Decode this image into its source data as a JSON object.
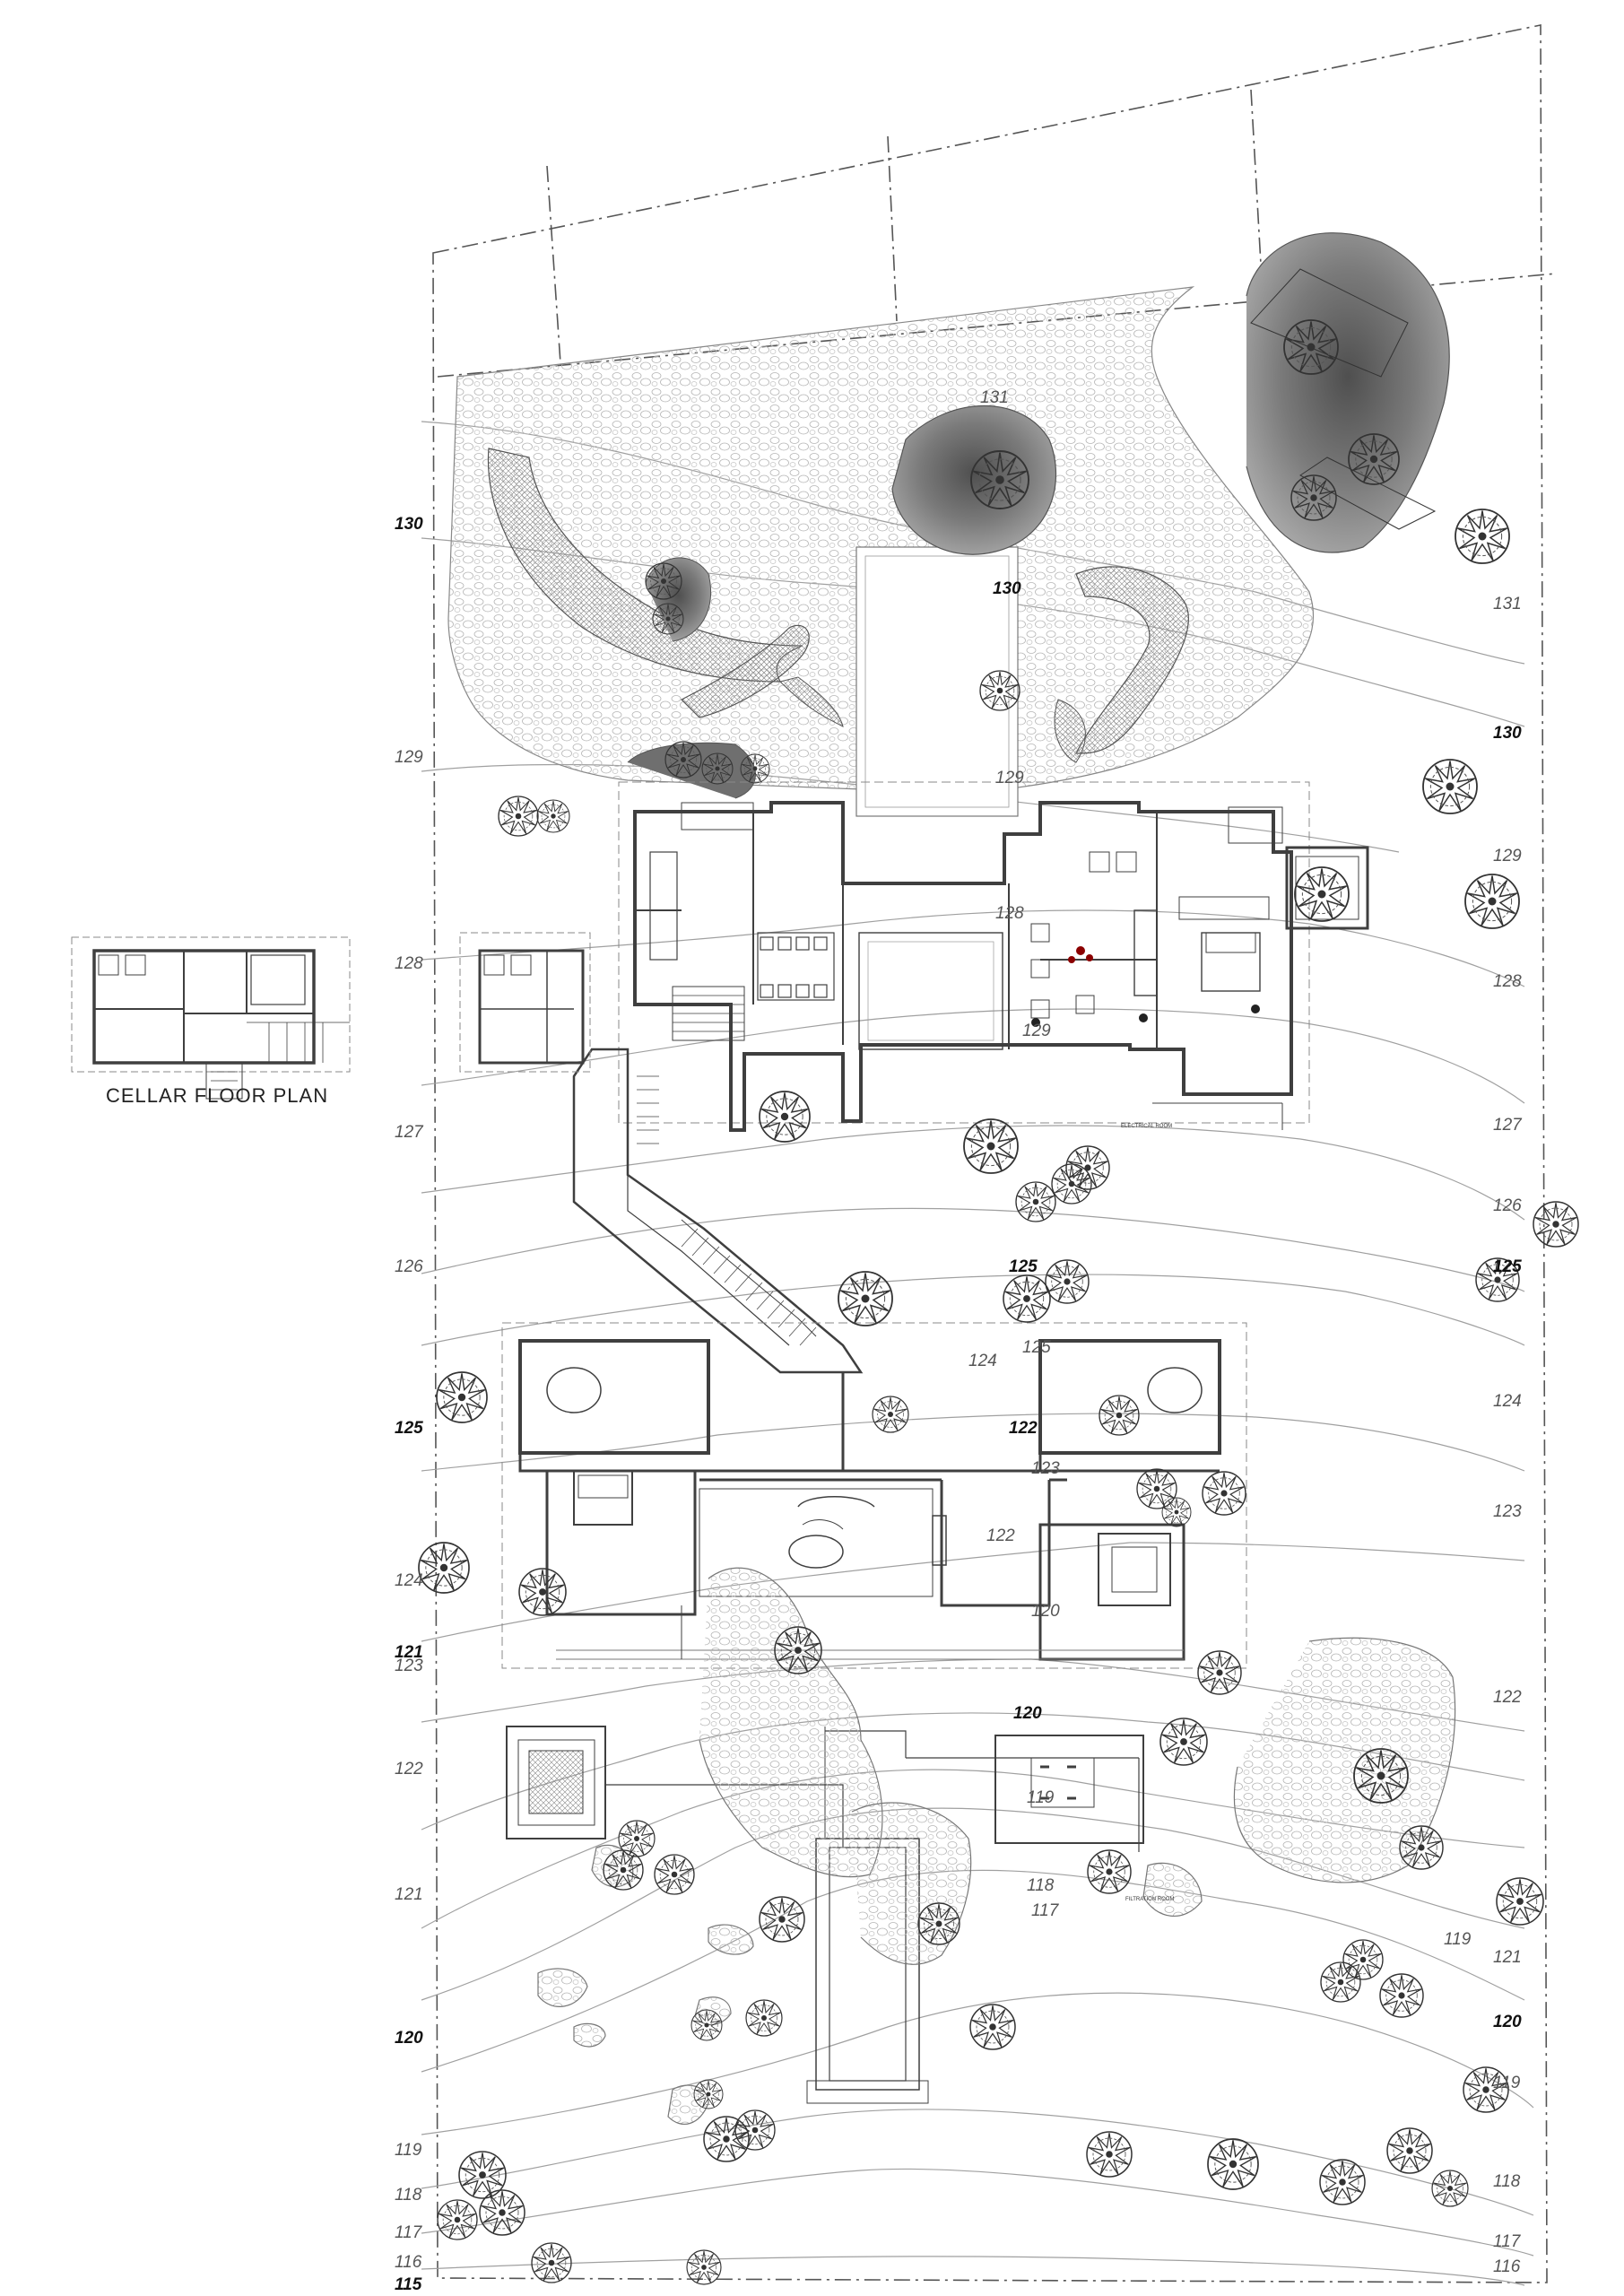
{
  "title": "CELLAR FLOOR PLAN",
  "colors": {
    "line": "#4a4a4a",
    "light_line": "#9a9a9a",
    "paving": "#bdbdbd",
    "pond": "#808080",
    "pond_dark": "#5a5a5a",
    "tree": "#333333"
  },
  "contour_labels": [
    "115",
    "116",
    "116",
    "117",
    "117",
    "117",
    "118",
    "118",
    "118",
    "119",
    "119",
    "119",
    "119",
    "120",
    "120",
    "120",
    "120",
    "121",
    "121",
    "121",
    "122",
    "122",
    "122",
    "122",
    "123",
    "123",
    "123",
    "124",
    "124",
    "124",
    "125",
    "125",
    "125",
    "125",
    "126",
    "126",
    "127",
    "127",
    "128",
    "128",
    "128",
    "129",
    "129",
    "129",
    "129",
    "130",
    "130",
    "130",
    "131",
    "131"
  ],
  "room_labels": {
    "electrical_room": "ELECTRICAL ROOM",
    "filtration_room": "FILTRATION ROOM"
  }
}
